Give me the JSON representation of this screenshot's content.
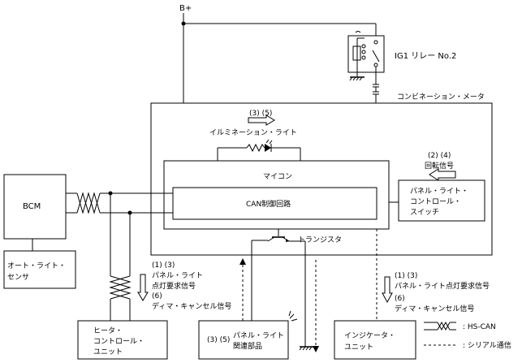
{
  "labels": {
    "bplus": "B+",
    "ig1_relay": "IG1 リレー No.2",
    "meter": "コンビネーション・メータ",
    "illum_num": "(3) (5)",
    "illum": "イルミネーション・ライト",
    "micon": "マイコン",
    "can_circuit": "CAN制御回路",
    "rot_num": "(2) (4)",
    "rot_signal": "回転信号",
    "panel_switch": [
      "パネル・ライト・",
      "コントロール・",
      "スイッチ"
    ],
    "bcm": "BCM",
    "auto_sensor": [
      "オート・ライト・",
      "センサ"
    ],
    "transistor": "トランジスタ",
    "heater_sig": [
      "(1) (3)",
      "パネル・ライト",
      "点灯要求信号",
      "(6)",
      "ディマ・キャンセル信号"
    ],
    "heater_unit": [
      "ヒータ・",
      "コントロール・",
      "ユニット"
    ],
    "panel_parts_num": "(3) (5)",
    "panel_parts": [
      "パネル・ライト",
      "関連部品"
    ],
    "ind_sig": [
      "(1) (3)",
      "パネル・ライト点灯要求信号",
      "(6)",
      "ディマ・キャンセル信号"
    ],
    "indicator": [
      "インジケータ・",
      "ユニット"
    ],
    "legend_hscan": ": HS-CAN",
    "legend_serial": ": シリアル通信"
  }
}
